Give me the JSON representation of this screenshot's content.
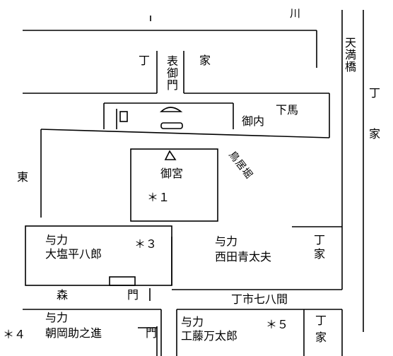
{
  "labels": {
    "river": "川",
    "tenma_bridge": "天満橋",
    "cho_left": "丁",
    "ie_top": "家",
    "omote_gomon": "表御門",
    "cho_right_col": "丁",
    "ie_right_col": "家",
    "gonai": "御内",
    "geba": "下馬",
    "higashi": "東",
    "gomiya": "御宮",
    "mark1": "＊１",
    "torii_path": "鳥居堀",
    "yoriki1": "与力",
    "name1": "大塩平八郎",
    "mark3": "＊３",
    "yoriki2": "与力",
    "name2": "西田青太夫",
    "cho_right_mid": "丁",
    "ie_right_mid": "家",
    "mori": "森",
    "mon_mid": "門",
    "street": "丁市七八間",
    "yoriki3": "与力",
    "name3": "朝岡助之進",
    "mark4": "＊４",
    "mon_bottom": "門",
    "yoriki4": "与力",
    "name4": "工藤万太郎",
    "mark5": "＊５",
    "cho_bottom": "丁",
    "ie_bottom": "家"
  },
  "colors": {
    "ink": "#000000",
    "paper": "#ffffff"
  }
}
